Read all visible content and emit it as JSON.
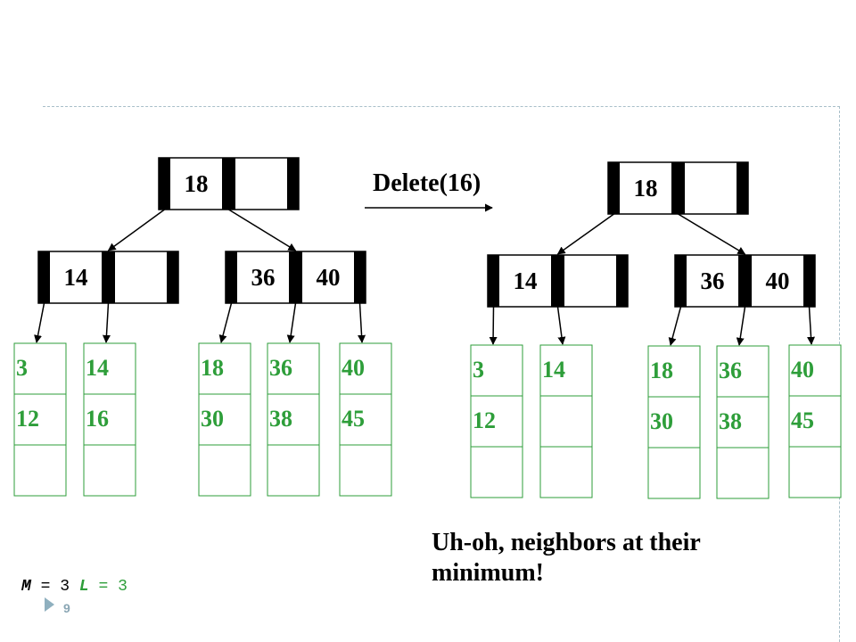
{
  "params": {
    "m_label": "M",
    "m_value": "3",
    "l_label": "L",
    "l_value": "3",
    "equals": "="
  },
  "operation": "Delete(16)",
  "message": "Uh-oh, neighbors at their minimum!",
  "slide_number": "9",
  "colors": {
    "internal_border": "#000000",
    "leaf_border": "#2e9e3a",
    "leaf_text": "#2e9e3a",
    "divider": "#a9bfc9"
  },
  "trees": [
    {
      "name": "before",
      "root": {
        "keys": [
          "18",
          ""
        ]
      },
      "internal": [
        {
          "keys": [
            "14",
            ""
          ]
        },
        {
          "keys": [
            "36",
            "40"
          ]
        }
      ],
      "leaves": [
        [
          "3",
          "12",
          ""
        ],
        [
          "14",
          "16",
          ""
        ],
        [
          "18",
          "30",
          ""
        ],
        [
          "36",
          "38",
          ""
        ],
        [
          "40",
          "45",
          ""
        ]
      ]
    },
    {
      "name": "after",
      "root": {
        "keys": [
          "18",
          ""
        ]
      },
      "internal": [
        {
          "keys": [
            "14",
            ""
          ]
        },
        {
          "keys": [
            "36",
            "40"
          ]
        }
      ],
      "leaves": [
        [
          "3",
          "12",
          ""
        ],
        [
          "14",
          "",
          ""
        ],
        [
          "18",
          "30",
          ""
        ],
        [
          "36",
          "38",
          ""
        ],
        [
          "40",
          "45",
          ""
        ]
      ]
    }
  ]
}
